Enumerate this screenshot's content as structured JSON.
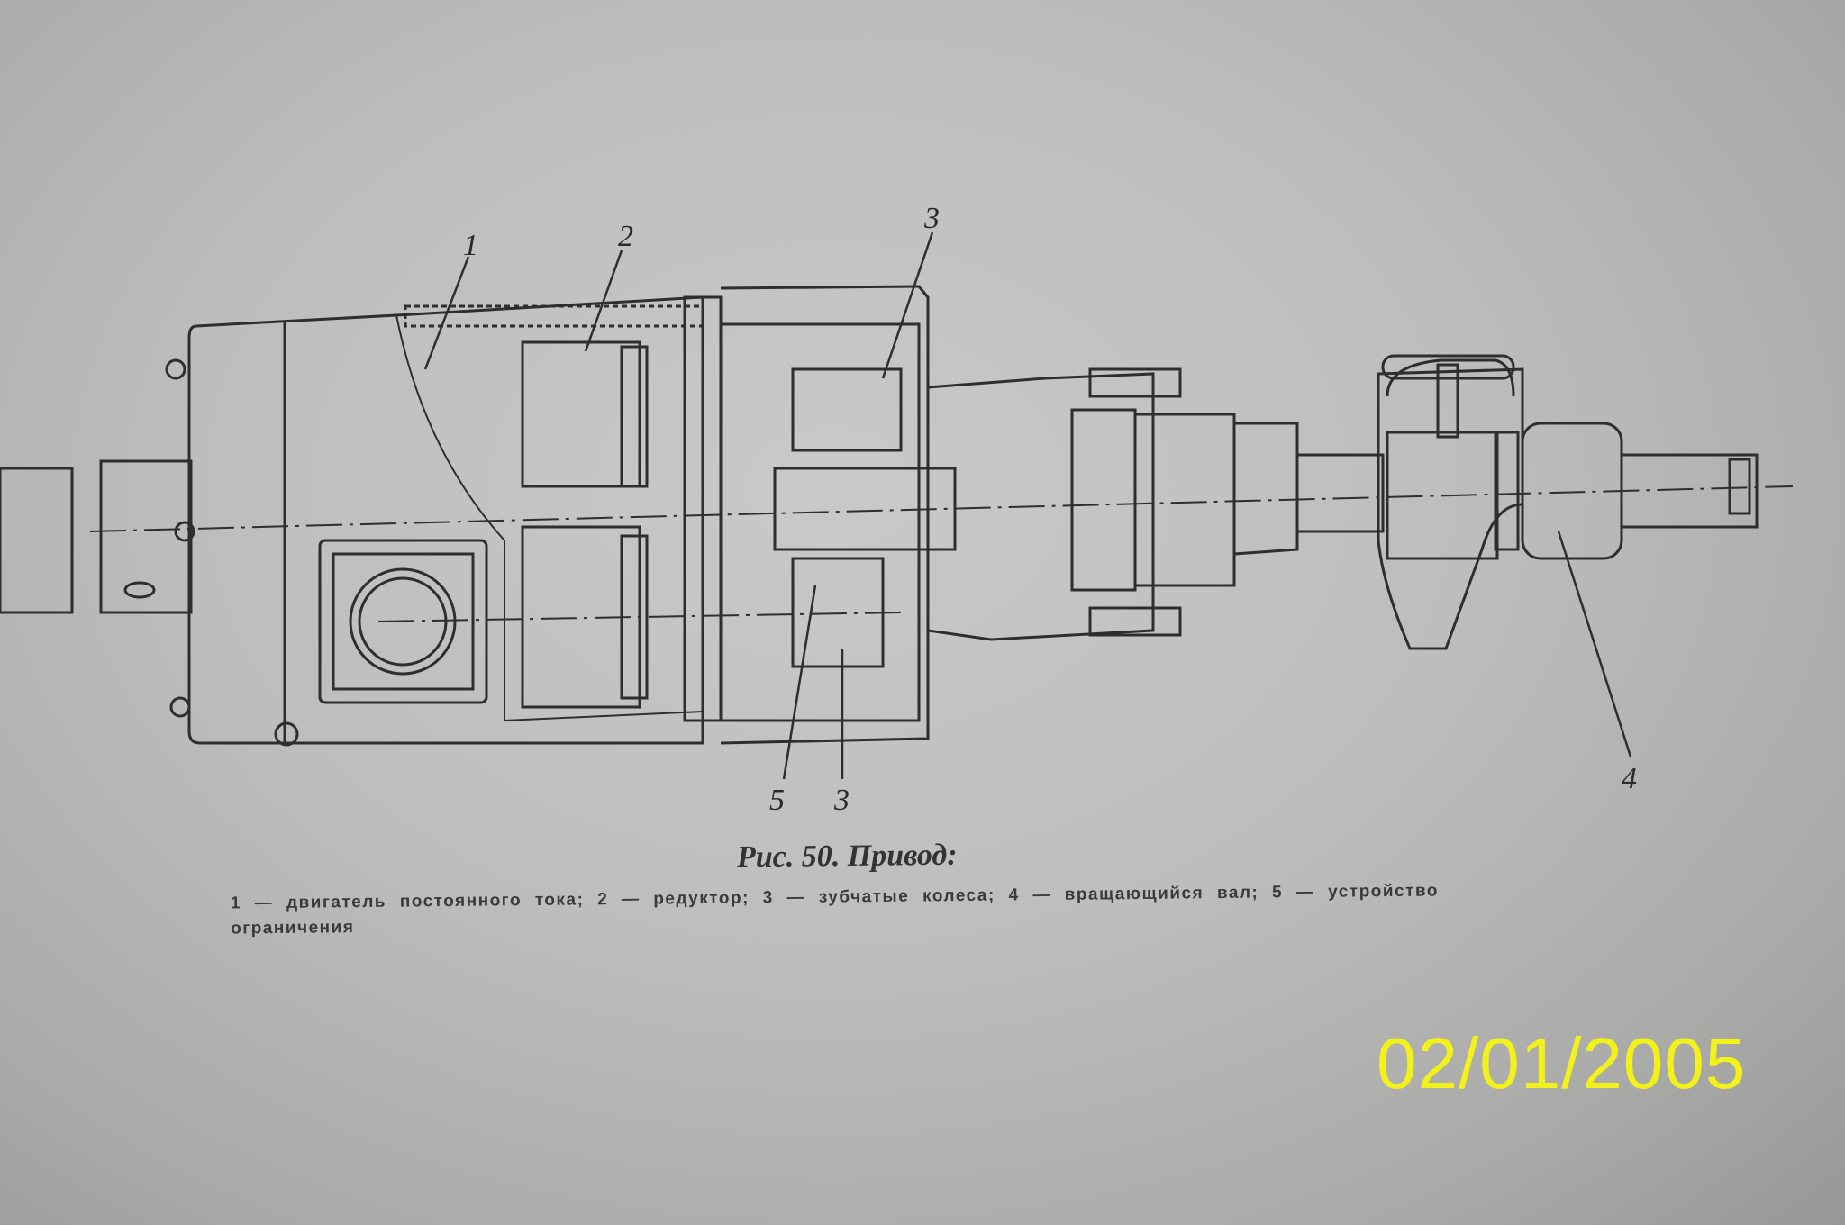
{
  "figure": {
    "part_labels": [
      "1",
      "2",
      "3",
      "5",
      "3",
      "4"
    ],
    "caption_title": "Рис. 50. Привод:",
    "caption_legend": "1 — двигатель постоянного тока; 2 — редуктор; 3 — зубчатые колеса; 4 — вращающийся вал; 5 — устройство ограничения"
  },
  "date_stamp": "02/01/2005",
  "colors": {
    "ink": "#2e2e2e",
    "paper": "#c2c2c0",
    "stamp": "#f2f21a"
  }
}
